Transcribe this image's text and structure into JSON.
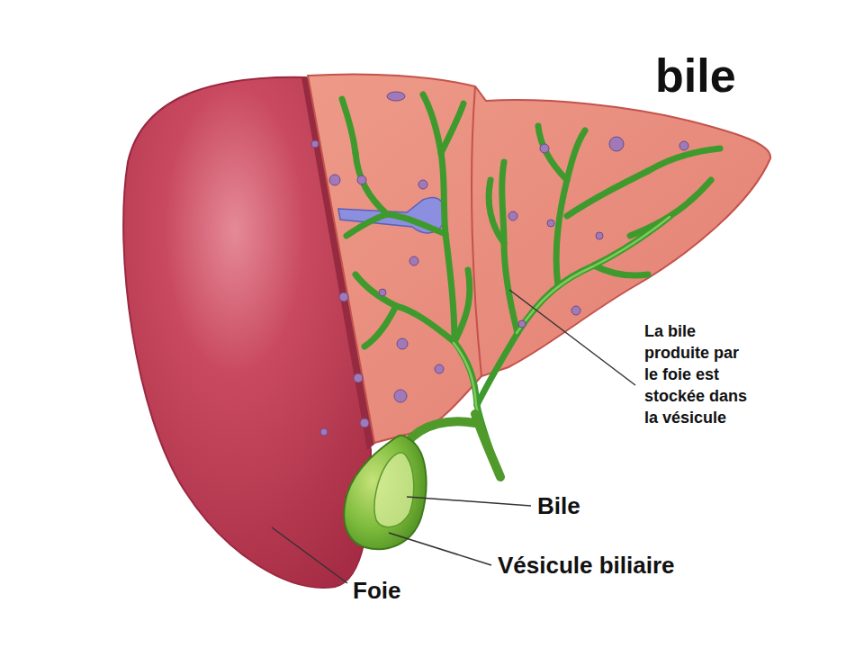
{
  "diagram": {
    "title": "bile",
    "labels": [
      "La bile produite par le foie est stockée dans la vésicule",
      "Bile",
      "Vésicule biliaire",
      "Foie"
    ]
  }
}
